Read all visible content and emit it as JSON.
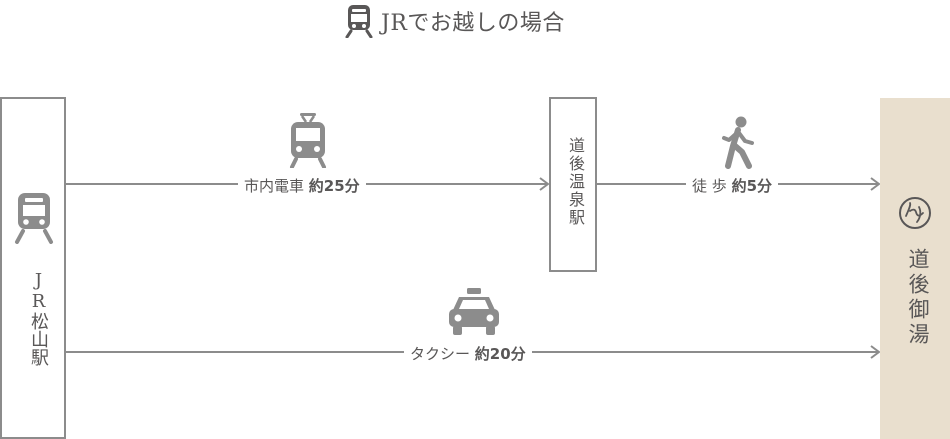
{
  "header": {
    "title": "JRでお越しの場合",
    "icon": "train-icon"
  },
  "stations": {
    "jr_matsuyama": {
      "label": "JR松山駅",
      "icon": "train-icon"
    },
    "dogo_onsen": {
      "label": "道後温泉駅"
    },
    "destination": {
      "label": "道後御湯",
      "icon": "hotel-logo-icon",
      "background": "#e9dfce"
    }
  },
  "routes": {
    "tram": {
      "mode": "市内電車",
      "time": "約25分",
      "icon": "tram-icon"
    },
    "walk": {
      "mode": "徒 歩",
      "time": "約5分",
      "icon": "walking-person-icon"
    },
    "taxi": {
      "mode": "タクシー",
      "time": "約20分",
      "icon": "taxi-icon"
    }
  },
  "colors": {
    "line": "#8c8c8c",
    "icon": "#8c8c8c",
    "text": "#595757",
    "destination_bg": "#e9dfce"
  }
}
